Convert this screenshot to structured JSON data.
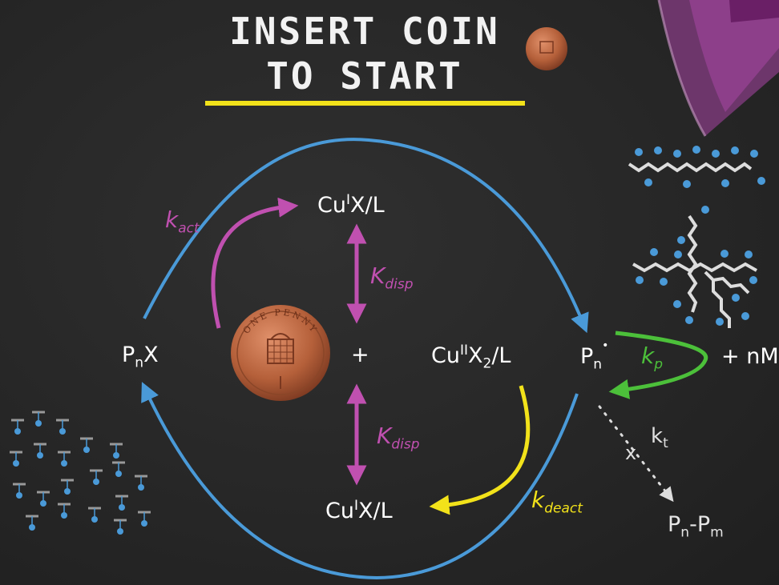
{
  "title": {
    "line1": "INSERT COIN",
    "line2": "TO START"
  },
  "coin_text": "ONE PENNY",
  "species": {
    "pnx": {
      "base": "P",
      "sub": "n",
      "tail": "X"
    },
    "cu1_top": {
      "base": "Cu",
      "sup": "I",
      "tail": "X/L"
    },
    "plus": "+",
    "cu2": {
      "base": "Cu",
      "sup": "II",
      "mid": "X",
      "sub": "2",
      "tail": "/L"
    },
    "radical": {
      "base": "P",
      "sub": "n",
      "dot": "•"
    },
    "monomer": "+ nM",
    "cu1_bottom": {
      "base": "Cu",
      "sup": "I",
      "tail": "X/L"
    },
    "dead": {
      "base": "P",
      "sub1": "n",
      "dash": "-P",
      "sub2": "m"
    }
  },
  "rates": {
    "act": {
      "k": "k",
      "sub": "act"
    },
    "disp_top": {
      "k": "K",
      "sub": "disp"
    },
    "disp_bottom": {
      "k": "K",
      "sub": "disp"
    },
    "p": {
      "k": "k",
      "sub": "p"
    },
    "deact": {
      "k": "k",
      "sub": "deact"
    },
    "t": {
      "k": "k",
      "sub": "t"
    },
    "blocked": "x"
  },
  "colors": {
    "blue": "#4a9ad8",
    "pink": "#c050b0",
    "yellow": "#f2e21a",
    "green": "#4cc03a",
    "purple": "#8a3a8a",
    "copper": "#b5603a"
  }
}
